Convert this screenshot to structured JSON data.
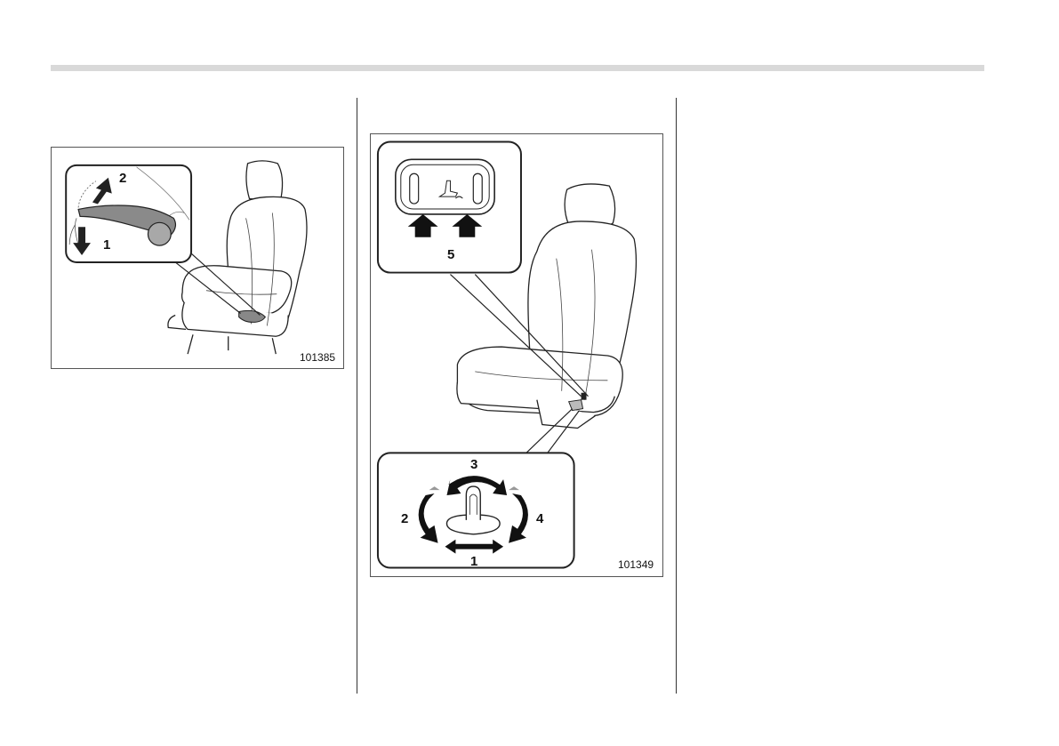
{
  "figure_left": {
    "figure_number": "101385",
    "callouts": [
      "2",
      "1"
    ]
  },
  "figure_center": {
    "figure_number": "101349",
    "callouts": [
      "5",
      "3",
      "2",
      "4",
      "1"
    ]
  }
}
